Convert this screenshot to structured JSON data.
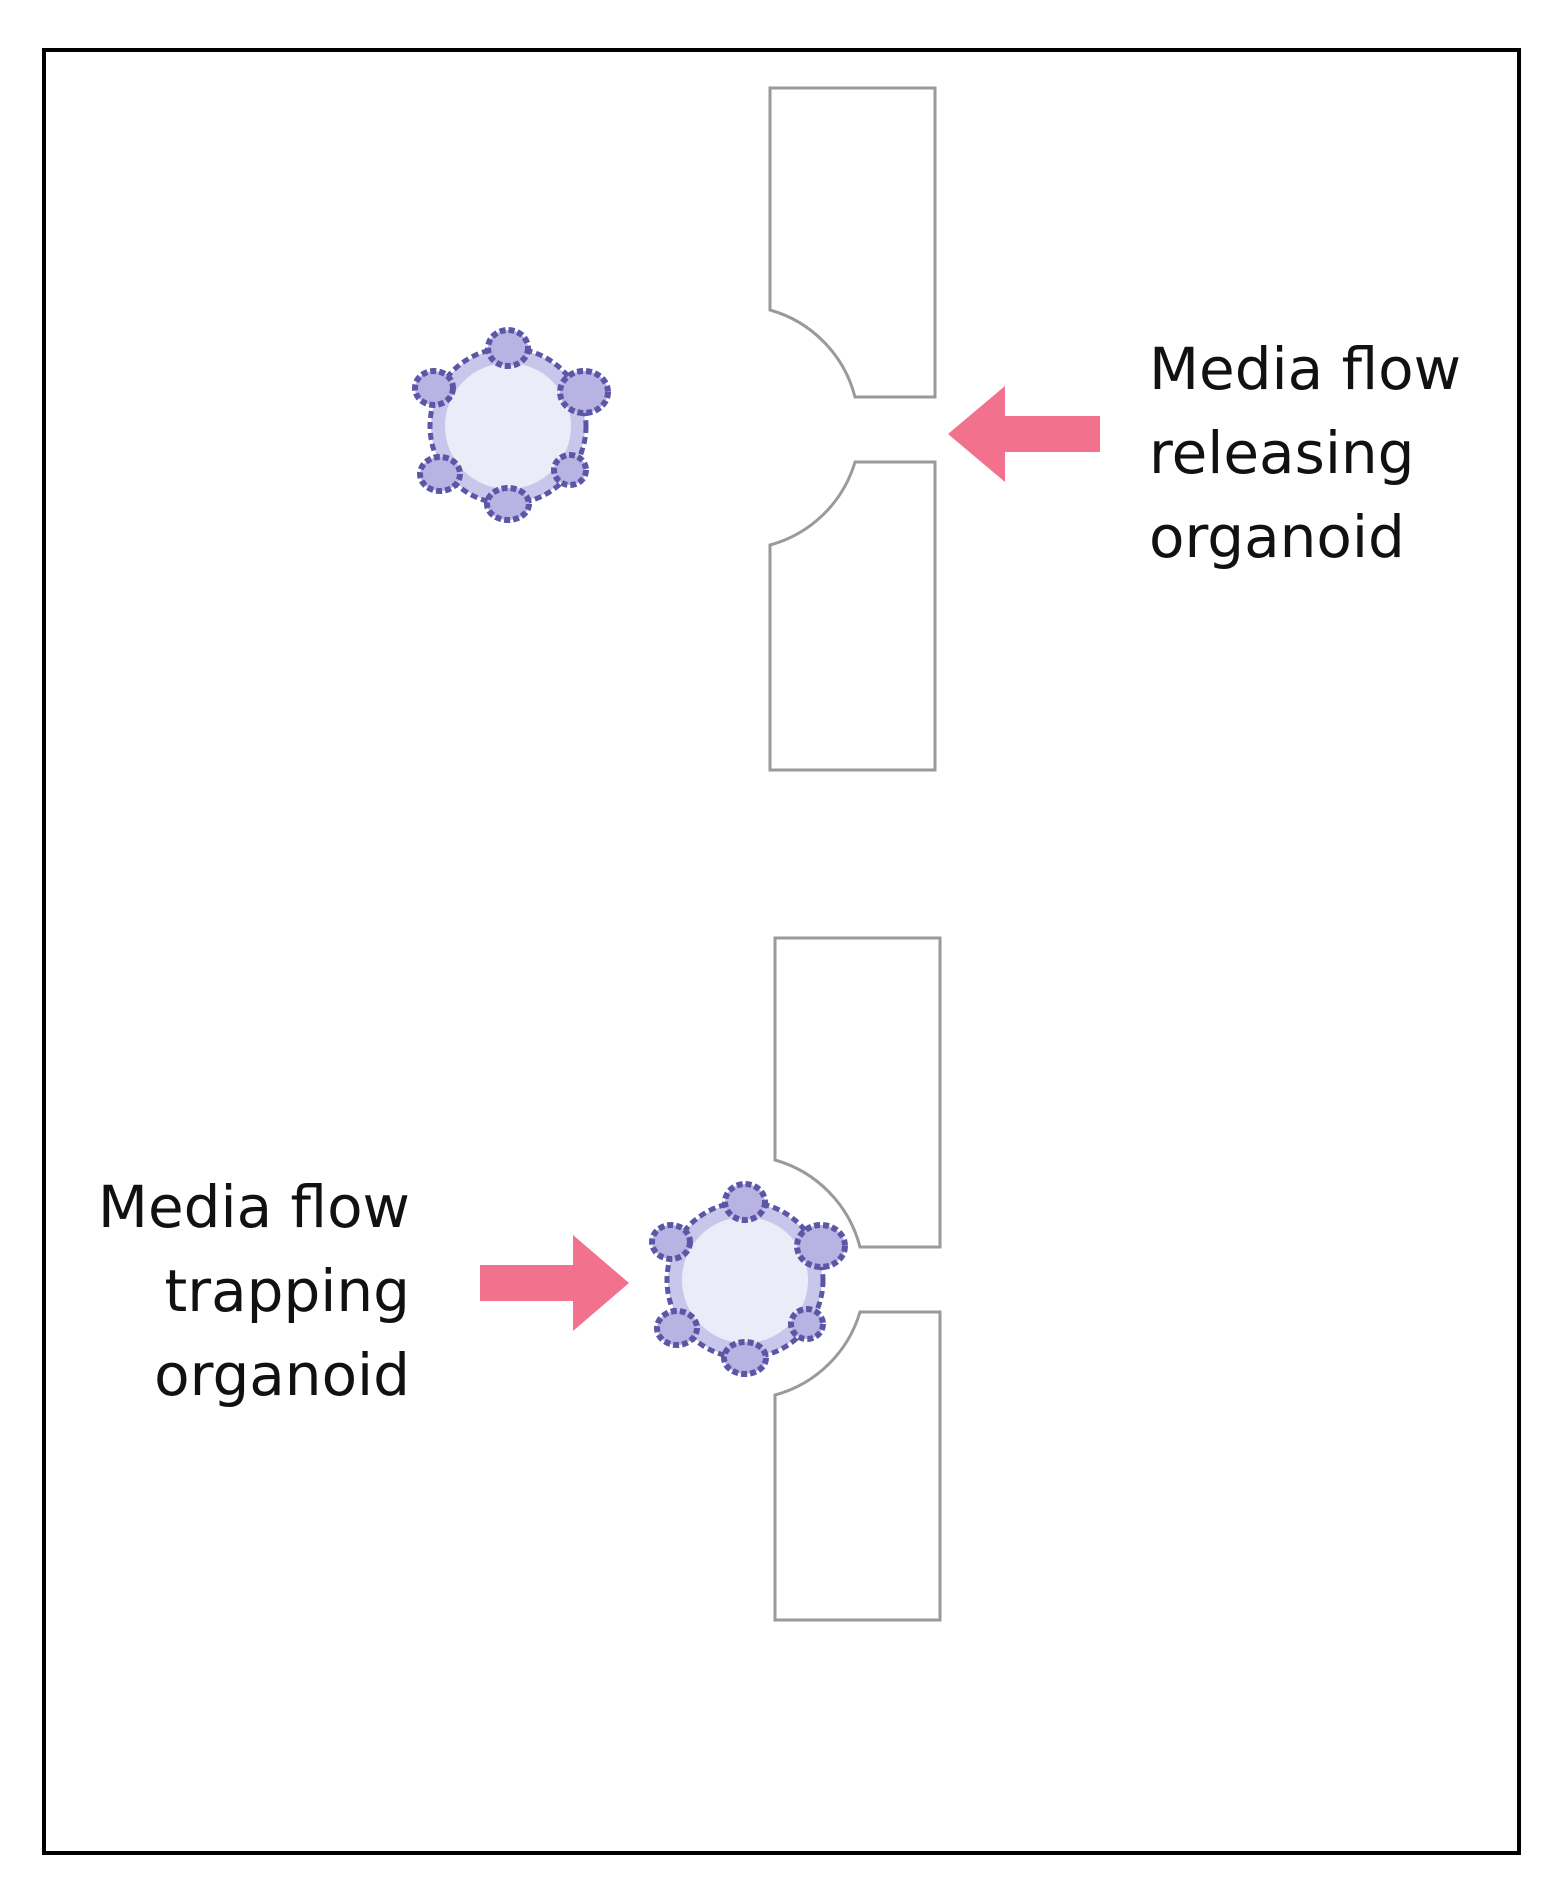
{
  "labels": {
    "releasing": {
      "lines": [
        "Media flow",
        "releasing",
        "organoid"
      ]
    },
    "trapping": {
      "lines": [
        "Media flow",
        "trapping",
        "organoid"
      ]
    }
  },
  "colors": {
    "arrow": "#f2728e",
    "organoid_fill": "#ececf9",
    "organoid_ring": "#c9c6ec",
    "organoid_outline": "#5b56a6",
    "bud_fill": "#b8b3e2",
    "channel_stroke": "#9a9a9a",
    "frame": "#000000"
  }
}
